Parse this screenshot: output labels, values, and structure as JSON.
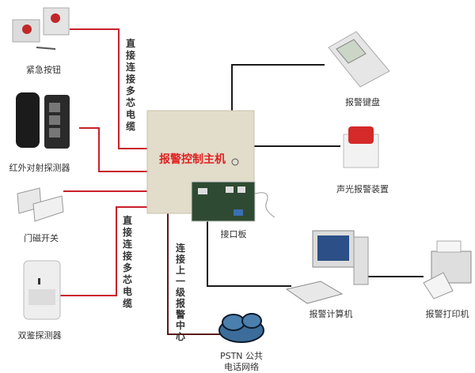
{
  "devices": {
    "emergency_button": "紧急按钮",
    "ir_detector": "红外对射探测器",
    "door_switch": "门磁开关",
    "dual_detector": "双鉴探测器",
    "control_host": "报警控制主机",
    "interface_board": "接口板",
    "keypad": "报警键盘",
    "siren": "声光报警装置",
    "computer": "报警计算机",
    "printer": "报警打印机",
    "pstn_line1": "PSTN 公共",
    "pstn_line2": "电话网络"
  },
  "annotations": {
    "cable_top": "直接连接多芯电缆",
    "cable_bottom": "直接连接多芯电缆",
    "upstream": "连接上一级报警中心"
  },
  "colors": {
    "sensor_wire": "#c8202a",
    "output_wire": "#1a1a1a",
    "host_text": "#e02020",
    "host_box": "#e2dccb"
  }
}
